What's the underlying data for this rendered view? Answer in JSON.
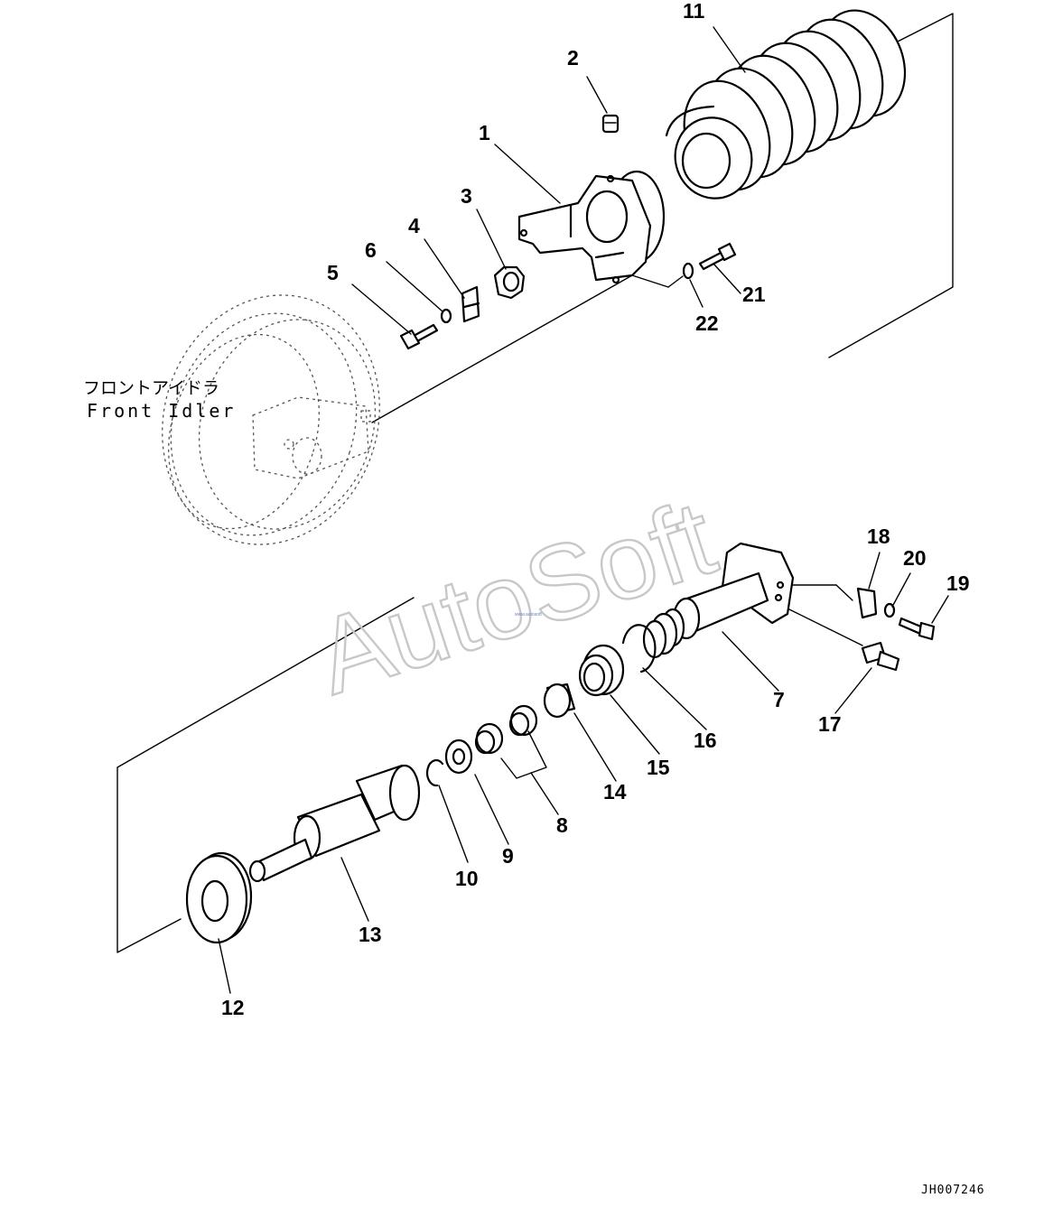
{
  "labels": {
    "front_idler_jp": "フロントアイドラ",
    "front_idler_en": "Front Idler",
    "drawing_code": "JH007246",
    "watermark": "AutoSoft",
    "watermark_small": "www.autosoft"
  },
  "callouts": [
    {
      "id": "1",
      "text": "1"
    },
    {
      "id": "2",
      "text": "2"
    },
    {
      "id": "3",
      "text": "3"
    },
    {
      "id": "4",
      "text": "4"
    },
    {
      "id": "5",
      "text": "5"
    },
    {
      "id": "6",
      "text": "6"
    },
    {
      "id": "7",
      "text": "7"
    },
    {
      "id": "8",
      "text": "8"
    },
    {
      "id": "9",
      "text": "9"
    },
    {
      "id": "10",
      "text": "10"
    },
    {
      "id": "11",
      "text": "11"
    },
    {
      "id": "12",
      "text": "12"
    },
    {
      "id": "13",
      "text": "13"
    },
    {
      "id": "14",
      "text": "14"
    },
    {
      "id": "15",
      "text": "15"
    },
    {
      "id": "16",
      "text": "16"
    },
    {
      "id": "17",
      "text": "17"
    },
    {
      "id": "18",
      "text": "18"
    },
    {
      "id": "19",
      "text": "19"
    },
    {
      "id": "20",
      "text": "20"
    },
    {
      "id": "21",
      "text": "21"
    },
    {
      "id": "22",
      "text": "22"
    }
  ]
}
